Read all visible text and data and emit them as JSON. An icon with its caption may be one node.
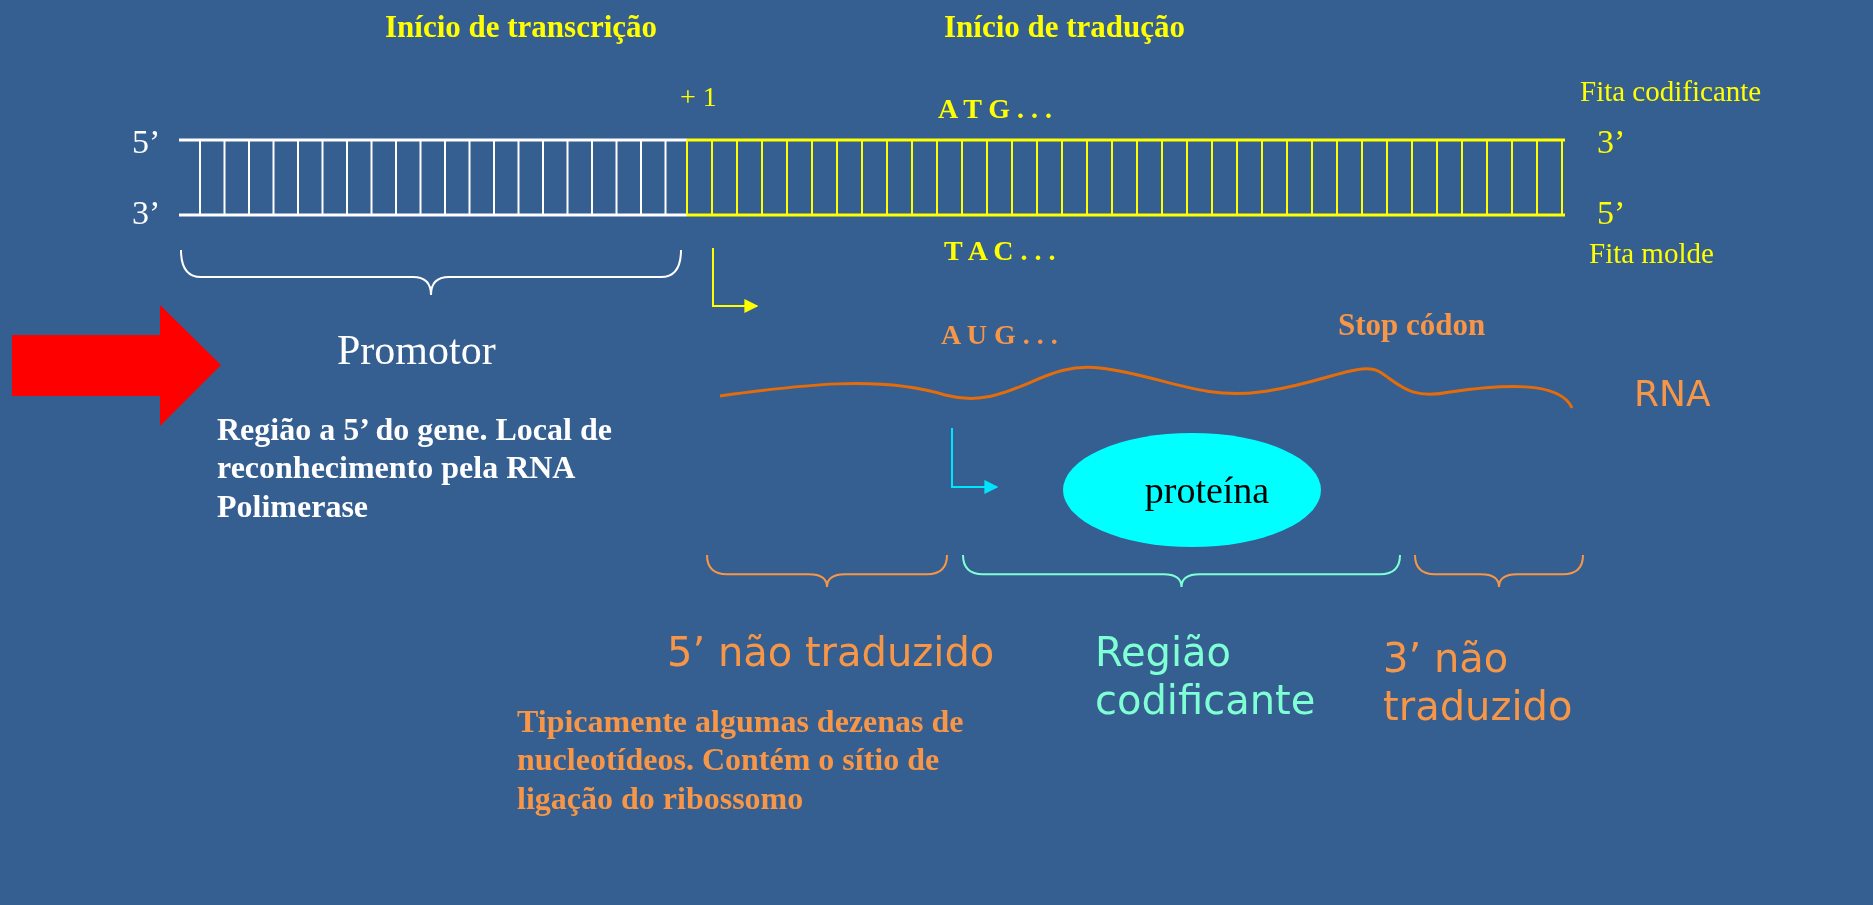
{
  "diagram": {
    "nodes": [
      {
        "text": [
          "proteína"
        ]
      }
    ],
    "labels": [
      "Início de transcrição",
      "Início de tradução",
      "+ 1",
      "A T G . . .",
      "Fita codificante",
      "5’",
      "3’",
      "3’",
      "5’",
      "T A C . . .",
      "Fita molde",
      "Promotor",
      "A U G . . .",
      "Stop códon",
      "RNA",
      "Região a 5’ do gene. Local de reconhecimento pela RNA Polimerase",
      "5’ não traduzido",
      "Região codificante",
      "3’ não traduzido",
      "Tipicamente algumas dezenas de nucleotídeos. Contém o sítio de ligação do ribossomo"
    ]
  }
}
